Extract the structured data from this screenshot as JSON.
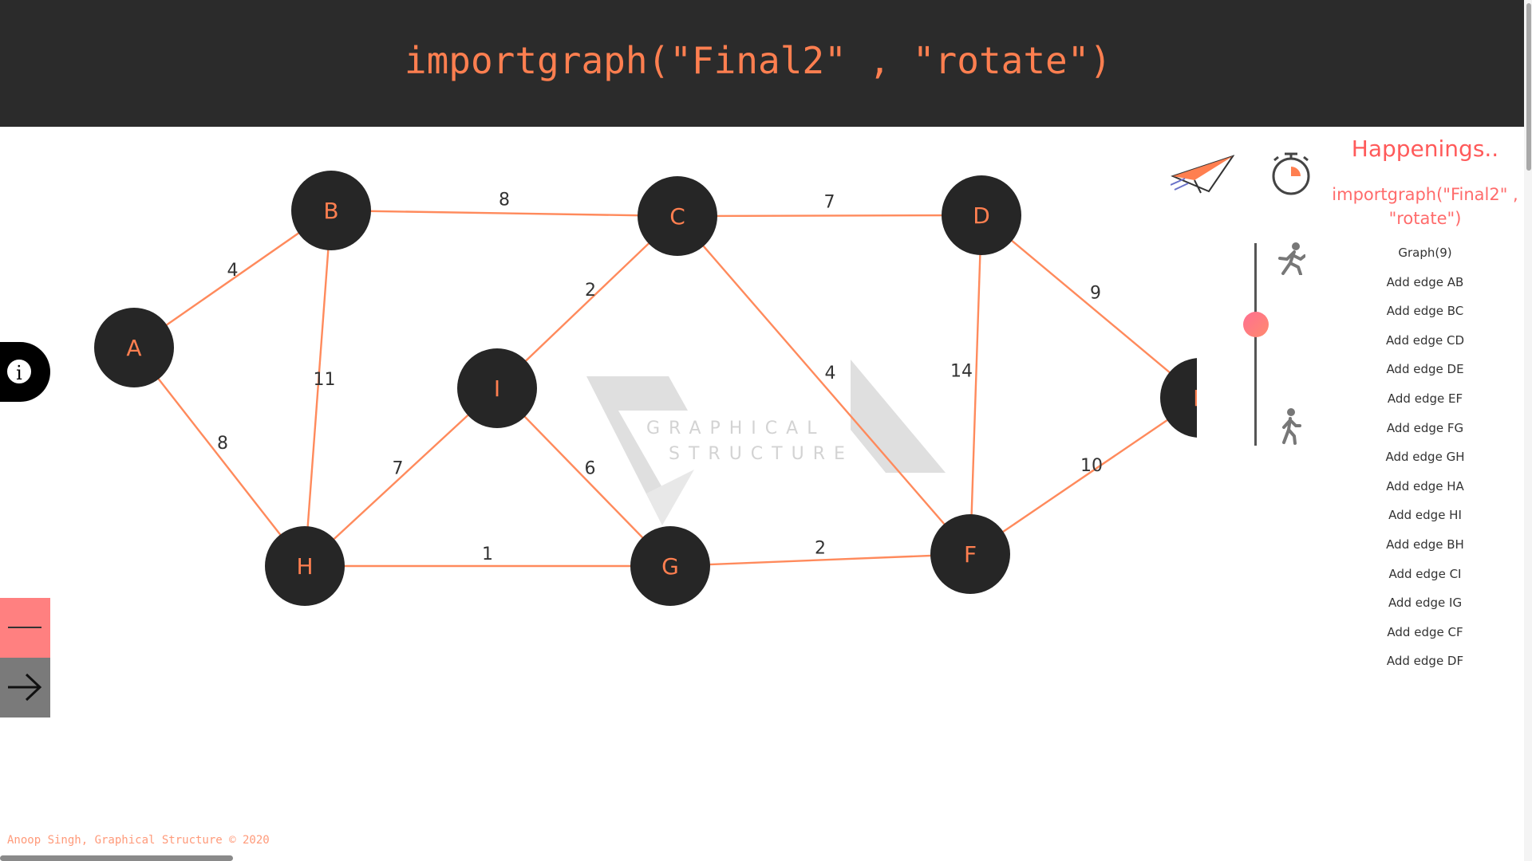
{
  "header": {
    "title": "importgraph(\"Final2\" , \"rotate\")"
  },
  "graph": {
    "nodes": [
      {
        "id": "A",
        "label": "A"
      },
      {
        "id": "B",
        "label": "B"
      },
      {
        "id": "C",
        "label": "C"
      },
      {
        "id": "D",
        "label": "D"
      },
      {
        "id": "E",
        "label": "E"
      },
      {
        "id": "F",
        "label": "F"
      },
      {
        "id": "G",
        "label": "G"
      },
      {
        "id": "H",
        "label": "H"
      },
      {
        "id": "I",
        "label": "I"
      }
    ],
    "edges": [
      {
        "from": "A",
        "to": "B",
        "weight": "4"
      },
      {
        "from": "B",
        "to": "C",
        "weight": "8"
      },
      {
        "from": "C",
        "to": "D",
        "weight": "7"
      },
      {
        "from": "D",
        "to": "E",
        "weight": "9"
      },
      {
        "from": "E",
        "to": "F",
        "weight": "10"
      },
      {
        "from": "F",
        "to": "G",
        "weight": "2"
      },
      {
        "from": "G",
        "to": "H",
        "weight": "1"
      },
      {
        "from": "H",
        "to": "A",
        "weight": "8"
      },
      {
        "from": "H",
        "to": "I",
        "weight": "7"
      },
      {
        "from": "B",
        "to": "H",
        "weight": "11"
      },
      {
        "from": "C",
        "to": "I",
        "weight": "2"
      },
      {
        "from": "I",
        "to": "G",
        "weight": "6"
      },
      {
        "from": "C",
        "to": "F",
        "weight": "4"
      },
      {
        "from": "D",
        "to": "F",
        "weight": "14"
      }
    ],
    "colors": {
      "node": "#262626",
      "node_label": "#ff7f50",
      "edge": "#ff8a5c",
      "weight": "#333333"
    },
    "watermark": {
      "line1": "GRAPHICAL",
      "line2": "STRUCTURE"
    }
  },
  "sidebar_left": {
    "info_icon": "info-icon",
    "info_glyph": "i",
    "minus_icon": "minus-icon",
    "arrow_icon": "arrow-right-icon"
  },
  "controls": {
    "send_icon": "paper-plane-icon",
    "timer_icon": "stopwatch-icon",
    "fast_icon": "running-person-icon",
    "slow_icon": "walking-person-icon",
    "speed_level": 0.4
  },
  "happenings": {
    "title": "Happenings..",
    "current": "importgraph(\"Final2\" , \"rotate\")",
    "log": [
      "Graph(9)",
      "Add edge AB",
      "Add edge BC",
      "Add edge CD",
      "Add edge DE",
      "Add edge EF",
      "Add edge FG",
      "Add edge GH",
      "Add edge HA",
      "Add edge HI",
      "Add edge BH",
      "Add edge CI",
      "Add edge IG",
      "Add edge CF",
      "Add edge DF"
    ]
  },
  "footer": {
    "text": "Anoop Singh, Graphical Structure © 2020"
  }
}
